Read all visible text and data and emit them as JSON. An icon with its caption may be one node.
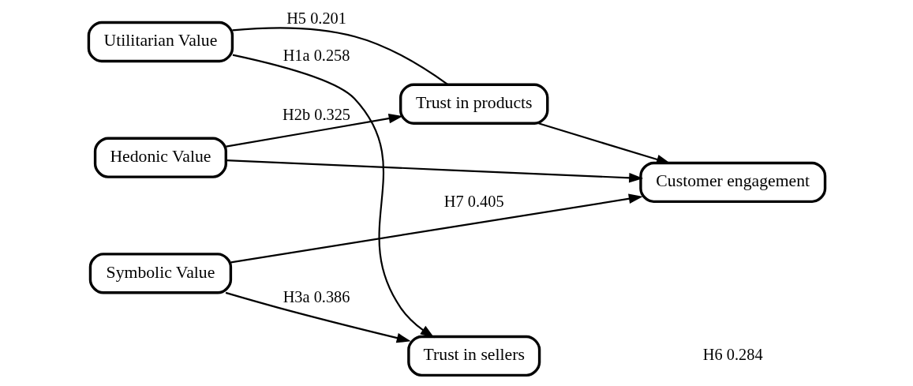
{
  "diagram": {
    "nodes": [
      {
        "text": [
          "Utilitarian Value"
        ]
      },
      {
        "text": [
          "Hedonic Value"
        ]
      },
      {
        "text": [
          "Symbolic Value"
        ]
      },
      {
        "text": [
          "Trust in products"
        ]
      },
      {
        "text": [
          "Trust in sellers"
        ]
      },
      {
        "text": [
          "Customer engagement"
        ]
      }
    ],
    "edges": [
      {
        "from": 0,
        "to": 3,
        "arrow": "none",
        "label": "H5 0.201"
      },
      {
        "from": 0,
        "to": 4,
        "arrow": "to",
        "label": "H1a 0.258"
      },
      {
        "from": 1,
        "to": 3,
        "arrow": "to",
        "label": "H2b 0.325"
      },
      {
        "from": 1,
        "to": 5,
        "arrow": "to"
      },
      {
        "from": 2,
        "to": 4,
        "arrow": "to",
        "label": "H3a 0.386"
      },
      {
        "from": 2,
        "to": 5,
        "arrow": "to",
        "label": "H7 0.405"
      },
      {
        "from": 3,
        "to": 5,
        "arrow": "to"
      }
    ],
    "labels": [
      "H6 0.284"
    ]
  }
}
